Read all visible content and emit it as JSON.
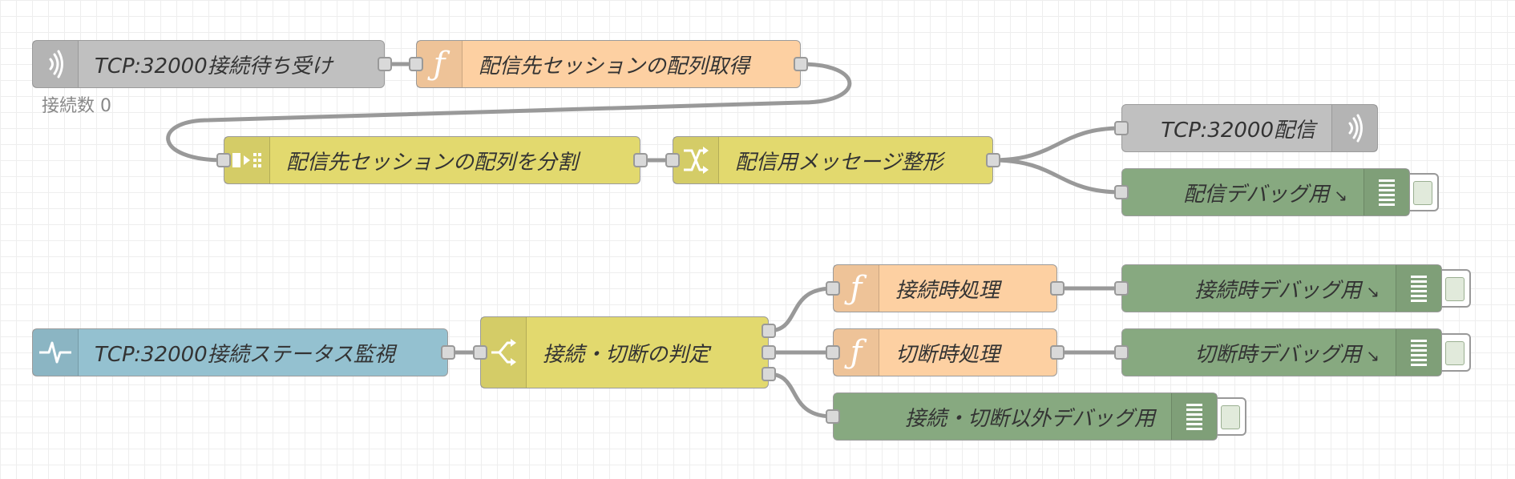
{
  "colors": {
    "tcp_node": "#c0c0c0",
    "function_node": "#fdd0a2",
    "split_node": "#e2d96e",
    "change_node": "#e2d96e",
    "switch_node": "#e2d96e",
    "debug_node": "#87a980",
    "status_node": "#94c1d0",
    "wire": "#999999"
  },
  "nodes": {
    "tcp_in": {
      "label": "TCP:32000接続待ち受け",
      "status": "接続数 0",
      "icon": "tcp-socket-icon"
    },
    "fn_get_sessions": {
      "label": "配信先セッションの配列取得",
      "icon": "function-icon"
    },
    "split_sessions": {
      "label": "配信先セッションの配列を分割",
      "icon": "split-icon"
    },
    "change_format": {
      "label": "配信用メッセージ整形",
      "icon": "change-icon"
    },
    "tcp_out": {
      "label": "TCP:32000配信",
      "icon": "tcp-socket-icon"
    },
    "debug_delivery": {
      "label": "配信デバッグ用",
      "icon": "debug-icon"
    },
    "status_monitor": {
      "label": "TCP:32000接続ステータス監視",
      "icon": "status-icon"
    },
    "switch_judge": {
      "label": "接続・切断の判定",
      "icon": "switch-icon"
    },
    "fn_connect": {
      "label": "接続時処理",
      "icon": "function-icon"
    },
    "fn_disconnect": {
      "label": "切断時処理",
      "icon": "function-icon"
    },
    "debug_connect": {
      "label": "接続時デバッグ用",
      "icon": "debug-icon"
    },
    "debug_disconnect": {
      "label": "切断時デバッグ用",
      "icon": "debug-icon"
    },
    "debug_other": {
      "label": "接続・切断以外デバッグ用",
      "icon": "debug-icon"
    }
  }
}
